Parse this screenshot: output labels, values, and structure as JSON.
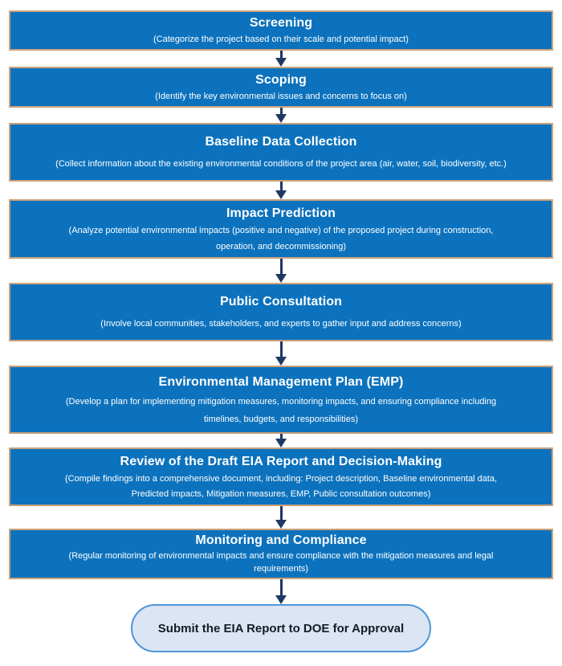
{
  "diagram": {
    "steps": [
      {
        "title": "Screening",
        "desc": [
          "(Categorize the project based on their scale and potential impact)"
        ]
      },
      {
        "title": "Scoping",
        "desc": [
          "(Identify the key environmental issues and concerns to focus on)"
        ]
      },
      {
        "title": "Baseline Data Collection",
        "desc": [
          "(Collect information about the existing environmental conditions of the project area (air, water, soil, biodiversity, etc.)"
        ]
      },
      {
        "title": "Impact Prediction",
        "desc": [
          "(Analyze potential environmental impacts (positive and negative) of the proposed project during construction,",
          "operation, and decommissioning)"
        ]
      },
      {
        "title": "Public Consultation",
        "desc": [
          "(Involve local communities, stakeholders, and experts to gather input and address concerns)"
        ]
      },
      {
        "title": "Environmental Management Plan (EMP)",
        "desc": [
          "(Develop a plan for implementing mitigation measures, monitoring impacts, and ensuring compliance including",
          "timelines, budgets, and responsibilities)"
        ]
      },
      {
        "title": "Review of the Draft EIA Report and Decision-Making",
        "desc": [
          "(Compile findings into a comprehensive document, including: Project description, Baseline environmental data,",
          "Predicted impacts, Mitigation measures, EMP, Public consultation outcomes)"
        ]
      },
      {
        "title": "Monitoring and Compliance",
        "desc": [
          "(Regular monitoring of environmental impacts and ensure compliance with the mitigation measures and legal",
          "requirements)"
        ]
      }
    ],
    "final_label": "Submit the EIA Report to DOE for Approval",
    "colors": {
      "box_fill": "#0C72BD",
      "box_border": "#C9A17C",
      "box_text": "#FFFFFF",
      "arrow": "#1F3864",
      "final_fill": "#DBE5F4",
      "final_border": "#4F96D8",
      "final_text": "#141B26"
    }
  }
}
